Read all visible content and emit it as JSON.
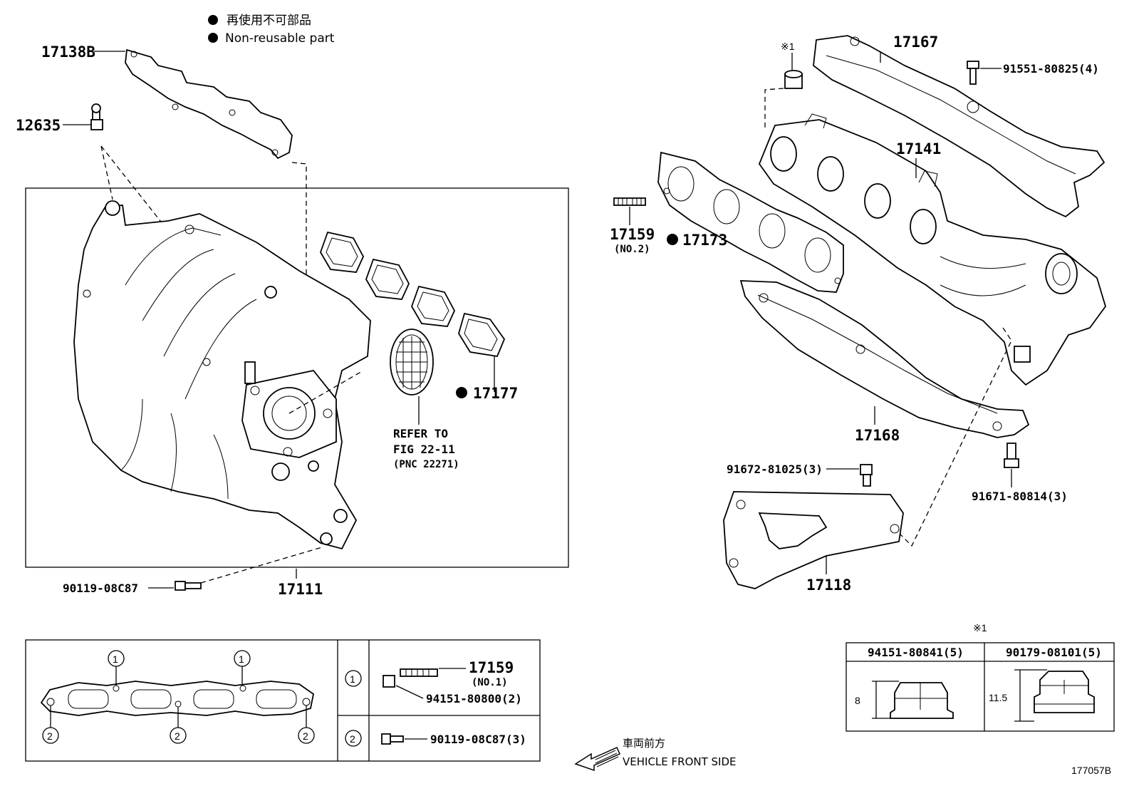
{
  "legend": {
    "jp": "再使用不可部品",
    "en": "Non-reusable part"
  },
  "callouts": {
    "p17138B": "17138B",
    "p12635": "12635",
    "p17111": "17111",
    "p17177": "17177",
    "p90119_08C87": "90119-08C87",
    "refer": [
      "REFER TO",
      "FIG 22-11",
      "(PNC 22271)"
    ],
    "p17167": "17167",
    "p91551": "91551-80825(4)",
    "p17141": "17141",
    "p17159_no2": "17159",
    "no2": "(NO.2)",
    "p17173": "17173",
    "p17168": "17168",
    "p91672": "91672-81025(3)",
    "p91671": "91671-80814(3)",
    "p17118": "17118",
    "mark1": "※1"
  },
  "stud_table": {
    "circle1": "1",
    "circle2": "2",
    "row1_part": "17159",
    "row1_note": "(NO.1)",
    "row1_nut": "94151-80800(2)",
    "row2_bolt": "90119-08C87(3)"
  },
  "nut_table": {
    "mark": "※1",
    "col1": "94151-80841(5)",
    "col2": "90179-08101(5)",
    "h1": "8",
    "h2": "11.5"
  },
  "front": {
    "jp": "車両前方",
    "en": "VEHICLE FRONT SIDE"
  },
  "figure_id": "177057B"
}
